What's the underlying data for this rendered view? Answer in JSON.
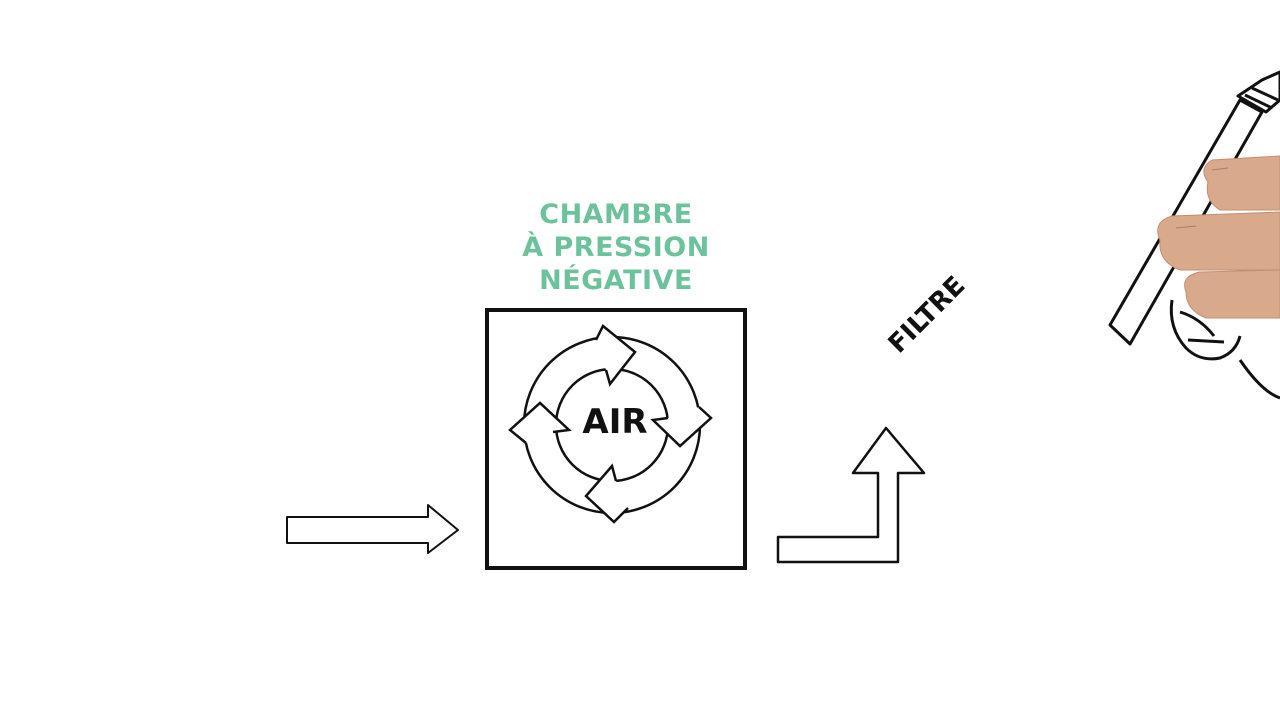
{
  "diagram": {
    "chamber_title_lines": [
      "CHAMBRE",
      "À PRESSION",
      "NÉGATIVE"
    ],
    "air_label": "AIR",
    "filter_label": "FILTRE"
  },
  "colors": {
    "background": "#ffffff",
    "ink": "#111111",
    "title_green": "#6cc29a",
    "skin": "#d9a98c"
  },
  "icons": {
    "inflow": "arrow-right-icon",
    "cycle": "circular-arrows-icon",
    "outflow": "arrow-elbow-up-icon",
    "hand": "hand-with-marker"
  }
}
